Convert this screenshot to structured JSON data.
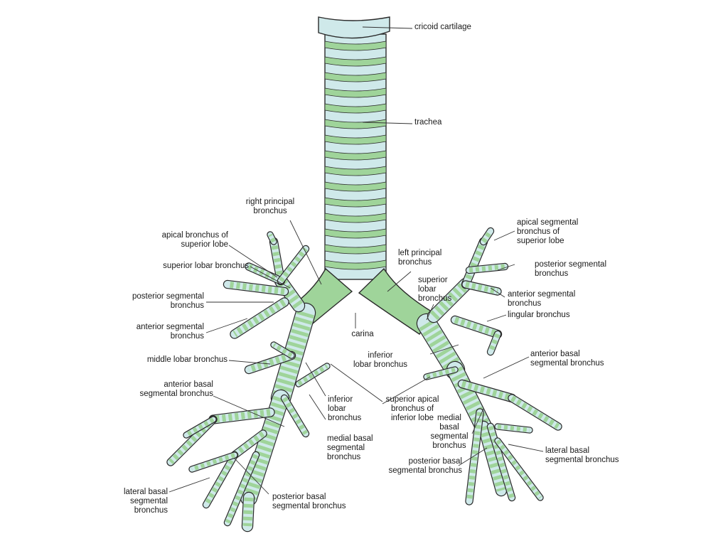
{
  "colors": {
    "cartilage": "#cfe9ea",
    "wall": "#9fd49a",
    "wall_dark": "#5fb866",
    "outline": "#2a2a2a",
    "leader": "#333333",
    "text": "#1a1a1a"
  },
  "labels": {
    "cricoid_cartilage": "cricoid cartilage",
    "trachea": "trachea",
    "right_principal_bronchus_1": "right principal",
    "right_principal_bronchus_2": "bronchus",
    "apical_bronchus_superior_lobe_1": "apical bronchus of",
    "apical_bronchus_superior_lobe_2": "superior lobe",
    "superior_lobar_bronchus_right": "superior lobar bronchus",
    "posterior_segmental_right_1": "posterior segmental",
    "posterior_segmental_right_2": "bronchus",
    "anterior_segmental_right_1": "anterior segmental",
    "anterior_segmental_right_2": "bronchus",
    "middle_lobar_bronchus": "middle lobar bronchus",
    "anterior_basal_right_1": "anterior basal",
    "anterior_basal_right_2": "segmental bronchus",
    "lateral_basal_right_1": "lateral basal",
    "lateral_basal_right_2": "segmental",
    "lateral_basal_right_3": "bronchus",
    "posterior_basal_right_1": "posterior basal",
    "posterior_basal_right_2": "segmental bronchus",
    "medial_basal_right_1": "medial basal",
    "medial_basal_right_2": "segmental",
    "medial_basal_right_3": "bronchus",
    "inferior_lobar_right_1": "inferior",
    "inferior_lobar_right_2": "lobar",
    "inferior_lobar_right_3": "bronchus",
    "carina": "carina",
    "left_principal_bronchus_1": "left principal",
    "left_principal_bronchus_2": "bronchus",
    "superior_lobar_left_1": "superior",
    "superior_lobar_left_2": "lobar",
    "superior_lobar_left_3": "bronchus",
    "inferior_lobar_left_1": "inferior",
    "inferior_lobar_left_2": "lobar bronchus",
    "superior_apical_1": "superior apical",
    "superior_apical_2": "bronchus of",
    "superior_apical_3": "inferior lobe",
    "apical_segmental_left_1": "apical segmental",
    "apical_segmental_left_2": "bronchus of",
    "apical_segmental_left_3": "superior lobe",
    "posterior_segmental_left_1": "posterior segmental",
    "posterior_segmental_left_2": "bronchus",
    "anterior_segmental_left_1": "anterior segmental",
    "anterior_segmental_left_2": "bronchus",
    "lingular_bronchus": "lingular bronchus",
    "anterior_basal_left_1": "anterior basal",
    "anterior_basal_left_2": "segmental bronchus",
    "medial_basal_left_1": "medial",
    "medial_basal_left_2": "basal",
    "medial_basal_left_3": "segmental",
    "medial_basal_left_4": "bronchus",
    "posterior_basal_left_1": "posterior basal",
    "posterior_basal_left_2": "segmental bronchus",
    "lateral_basal_left_1": "lateral basal",
    "lateral_basal_left_2": "segmental bronchus"
  }
}
